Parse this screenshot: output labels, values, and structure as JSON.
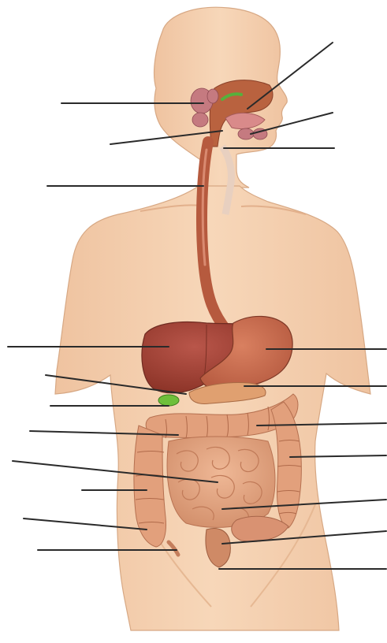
{
  "figure": {
    "type": "unlabeled anatomical diagram",
    "labels": []
  },
  "colors": {
    "skin": "#f4cfae",
    "skin_shade": "#e9b58e",
    "outline": "#c79a78",
    "esophagus": "#b65a3e",
    "liver": "#9c3d2f",
    "liver_light": "#b9564a",
    "stomach": "#c56a4e",
    "pancreas": "#e0a070",
    "gallbladder": "#6fbf3a",
    "intestine": "#e5a784",
    "intestine_shade": "#c8805e",
    "salivary": "#c57a80",
    "leader_line": "#2a2a2a"
  },
  "leader_lines": [
    {
      "name": "leader-line-salivary-gland",
      "side": "left"
    },
    {
      "name": "leader-line-pharynx",
      "side": "left"
    },
    {
      "name": "leader-line-esophagus",
      "side": "left"
    },
    {
      "name": "leader-line-liver",
      "side": "left"
    },
    {
      "name": "leader-line-gallbladder-duct",
      "side": "left"
    },
    {
      "name": "leader-line-gallbladder",
      "side": "left"
    },
    {
      "name": "leader-line-duodenum",
      "side": "left"
    },
    {
      "name": "leader-line-small-intestine",
      "side": "left"
    },
    {
      "name": "leader-line-ascending-colon",
      "side": "left"
    },
    {
      "name": "leader-line-cecum",
      "side": "left"
    },
    {
      "name": "leader-line-appendix",
      "side": "left"
    },
    {
      "name": "leader-line-oral-cavity",
      "side": "right"
    },
    {
      "name": "leader-line-tongue",
      "side": "right"
    },
    {
      "name": "leader-line-epiglottis",
      "side": "right"
    },
    {
      "name": "leader-line-stomach",
      "side": "right"
    },
    {
      "name": "leader-line-pancreas",
      "side": "right"
    },
    {
      "name": "leader-line-transverse-colon",
      "side": "right"
    },
    {
      "name": "leader-line-descending-colon",
      "side": "right"
    },
    {
      "name": "leader-line-sigmoid-colon",
      "side": "right"
    },
    {
      "name": "leader-line-rectum",
      "side": "right"
    },
    {
      "name": "leader-line-anus",
      "side": "right"
    }
  ]
}
